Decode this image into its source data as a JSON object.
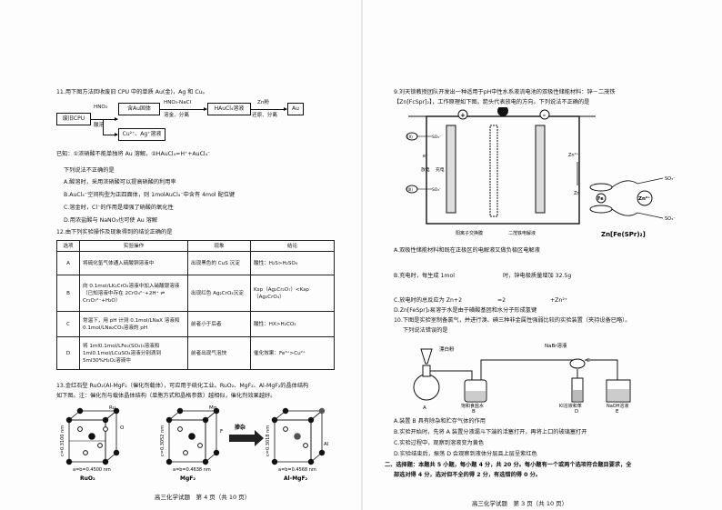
{
  "left": {
    "q11": {
      "stem": "11.用下图方法回收废旧 CPU 中的单质 Au(金)，Ag 和 Cu。",
      "flow": {
        "start": "废旧CPU",
        "reagent1_top": "HNO₃",
        "reagent1_bot": "酸溶",
        "solid": "含Au固体",
        "reagent2_top": "HNO₃-NaCl",
        "reagent2_bot": "溶金、分离",
        "product1": "HAuCl₄溶液",
        "reagent3_top": "Zn粉",
        "reagent3_bot": "还原、分离",
        "final": "Au",
        "solution": "Cu²⁺、Ag⁺溶液"
      },
      "known": "已知：①浓硝酸不能单独将 Au 溶解。②HAuCl₄=H⁺+AuCl₄⁻",
      "question": "下列说法不正确的是",
      "options": [
        "A.酸溶时，采用浓硝酸可以提高硝酸的利用率",
        "B.AuCl₄⁻空间构型为正四面体，则 1molAuCl₄⁻中含有 4mol 配位键",
        "C.溶金时，Cl⁻的作用是增强了硝酸的氧化性",
        "D.用浓盐酸与 NaNO₃也可使 Au 溶解"
      ]
    },
    "q12": {
      "stem": "12.由下列实验操作及现象得到的结论正确的是",
      "headers": [
        "选项",
        "实验操作",
        "现象",
        "结论"
      ],
      "rows": [
        [
          "A",
          "将硫化氢气体通入硫酸铜溶液中",
          "出现黑色的 CuS 沉淀",
          "酸性：H₂S>H₂SO₄"
        ],
        [
          "B",
          "向 0.1mol/LK₂CrO₄溶液中加入硝酸银溶液（已知溶液中存在 2CrO₄²⁻+2H⁺ ⇌ Cr₂O₇²⁻+H₂O）",
          "出现红色 Ag₂CrO₄沉淀",
          "Ksp（Ag₂Cr₂O₇）<Ksp（Ag₂CrO₄）"
        ],
        [
          "C",
          "常温下，用 pH 计测 0.1mol/LNaX 溶液和 0.1mol/LNa₂CO₃溶液的 pH",
          "前者小于后者",
          "酸性：HX>H₂CO₃"
        ],
        [
          "D",
          "将 1ml0.1mol/LFe₂(SO₄)₃溶液和 1ml0.1mol/LCuSO₄溶液分别滴到 5ml30%H₂O₂溶液中",
          "前者出现气泡快",
          "催化效果：Fe³⁺>Cu²⁺"
        ]
      ]
    },
    "q13": {
      "stem1": "13.金红石型 RuO₂(Al-MgF₂（催化剂载体），可应用于硫化工业。RuO₂、MgF₂、Al-MgF₂的晶体结构",
      "stem2": "如下图。注：催化剂与载体晶体结构（单胞方式和晶格参数）越相似，催化剂效果越好。",
      "labels": {
        "ru": "Ru",
        "mg": "Mg",
        "al": "Al",
        "o": "O",
        "f": "F",
        "dope": "掺杂",
        "c1": "c=0.3100 nm",
        "a1": "a=b=0.4500 nm",
        "n1": "RuO₂",
        "c2": "c=0.3052 nm",
        "a2": "a=b=0.4638 nm",
        "n2": "MgF₂",
        "c3": "c=0.3018 nm",
        "a3": "a=b=0.4568 nm",
        "n3": "Al-MgF₂"
      }
    },
    "footer": "高三化学试题　第 4 页（共 10 页）"
  },
  "right": {
    "q9": {
      "stem1": "9.刘天锁教授团队开发出一种适用于pH中性水系液流电池的双极性储能材料：锌－二茂铁",
      "stem2": "【Zn[FcSpr]₂】，工作原理如下图。箭头代表放电的方向。下列说法不正确的是",
      "diagram": {
        "plus": "+",
        "minus": "-",
        "membrane": "阳离子交换膜",
        "electrolyte": "二茂铁电解液",
        "discharge": "放电",
        "charge": "充电",
        "zn_ion": "Zn²⁺",
        "zn": "Zn",
        "e": "e⁻",
        "fe_ii": "(II)",
        "fe_iii": "(III)",
        "so3": "SO₃⁻",
        "formula": "Zn[Fe(SPr)₂]",
        "zn2": "Zn²⁺",
        "fe": "Fe"
      },
      "options": [
        "A.双极性储能材料和既在正极区的电解液又做负极区电解液",
        "B.充电时，每生成 1mol",
        "时，锌电极质量增加 32.5g",
        "C.放电时的总反应为 Zn+2",
        "=2",
        "+Zn²⁺",
        "D.Zn[FeSpr]₂易溶于水是由于磺酸基团和水分子形成氢键"
      ]
    },
    "q10": {
      "stem1": "10.下图是实验室制备氯气，并进行溴、碘三种非金属性强弱比较的实验装置（夹持设备已略）。",
      "stem2": "下列说法错误的是",
      "labels": {
        "bleach": "漂白粉",
        "nabr": "NaBr溶液",
        "brine": "饱和食盐水",
        "ki": "KI溶液和苯",
        "naoh": "NaOH溶液",
        "a": "A",
        "b": "B",
        "c": "C",
        "d": "D",
        "e": "E"
      },
      "options": [
        "A.装置 B 具有除杂和贮存气体的作用",
        "B.实验开始时，先将 A 装置分液漏斗下端的活塞打开，再将上口的玻璃塞打开",
        "C.实验过程中，观察到溶液变为黄色",
        "D.实验结束后，振荡 D 会观察到液体分层且上层呈紫红色"
      ]
    },
    "section2": {
      "line1": "二、选择题：本题共 5 小题，每小题 4 分，共 20 分。每小题有一个或两个选项符合题目要求，全",
      "line2": "部选对得 4 分，选对但不全的得 2 分，有选错的得 0 分。"
    },
    "footer": "高三化学试题　第 3 页（共 10 页）"
  }
}
